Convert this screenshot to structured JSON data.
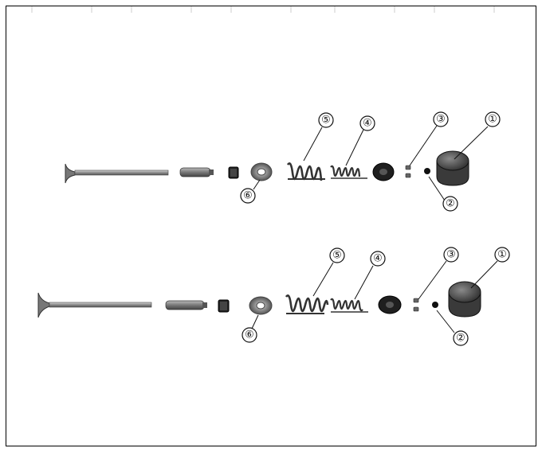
{
  "diagram": {
    "assemblies": [
      {
        "callouts": [
          {
            "label": "①"
          },
          {
            "label": "②"
          },
          {
            "label": "③"
          },
          {
            "label": "④"
          },
          {
            "label": "⑤"
          },
          {
            "label": "⑥"
          }
        ]
      },
      {
        "callouts": [
          {
            "label": "①"
          },
          {
            "label": "②"
          },
          {
            "label": "③"
          },
          {
            "label": "④"
          },
          {
            "label": "⑤"
          },
          {
            "label": "⑥"
          }
        ]
      }
    ]
  }
}
